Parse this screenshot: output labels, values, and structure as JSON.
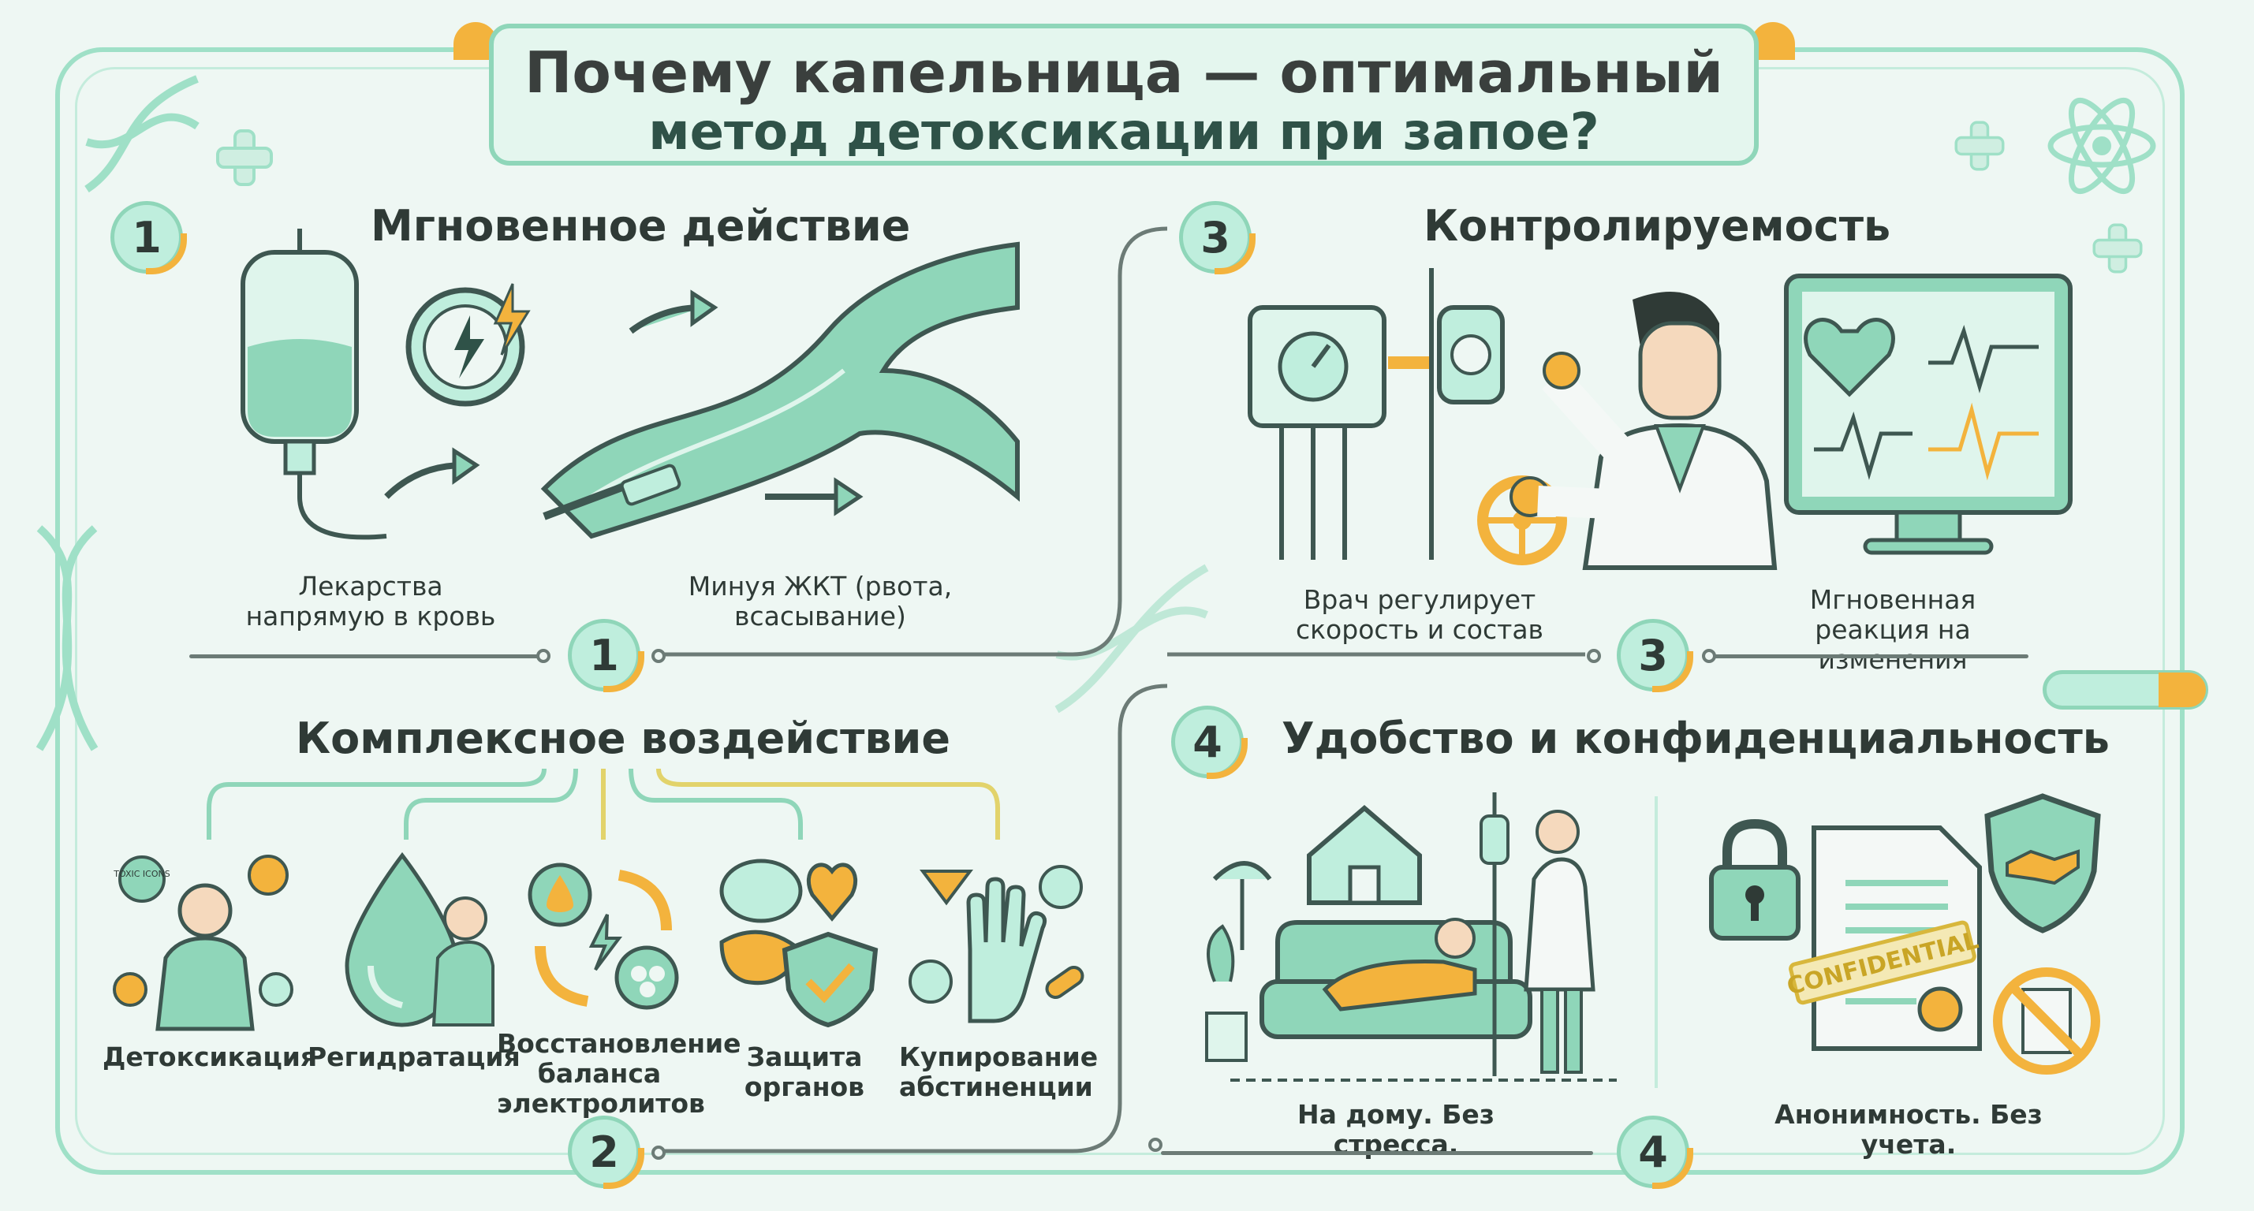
{
  "title": {
    "line1": "Почему капельница — оптимальный",
    "line2": "метод детоксикации при запое?"
  },
  "colors": {
    "mint": "#8fd6b9",
    "mint_light": "#bfeedd",
    "accent": "#f3b33d",
    "dark": "#2f3a36",
    "bg": "#eef7f3"
  },
  "sections": {
    "s1": {
      "number": "1",
      "title": "Мгновенное действие",
      "captions": [
        "Лекарства напрямую в кровь",
        "Минуя ЖКТ (рвота, всасывание)"
      ],
      "icons": [
        "iv-bag-icon",
        "stopwatch-lightning-icon",
        "vein-icon",
        "arrow-icon"
      ]
    },
    "s2": {
      "number": "2",
      "title": "Комплексное воздействие",
      "items": [
        "Детоксикация",
        "Регидратация",
        "Восстановление баланса электролитов",
        "Защита органов",
        "Купирование абстиненции"
      ],
      "icon_text": "TOXIC ICONS"
    },
    "s3": {
      "number": "3",
      "title": "Контролируемость",
      "captions": [
        "Врач регулирует скорость и состав",
        "Мгновенная реакция на изменения"
      ],
      "icons": [
        "doctor-icon",
        "infusion-pump-icon",
        "monitor-icon",
        "heart-icon"
      ]
    },
    "s4": {
      "number": "4",
      "title": "Удобство и конфиденциальность",
      "captions": [
        "На дому. Без стресса.",
        "Анонимность. Без учета."
      ],
      "stamp": "CONFIDENTIAL",
      "icons": [
        "house-icon",
        "sofa-icon",
        "lock-icon",
        "document-icon",
        "shield-handshake-icon",
        "no-record-icon"
      ]
    }
  }
}
